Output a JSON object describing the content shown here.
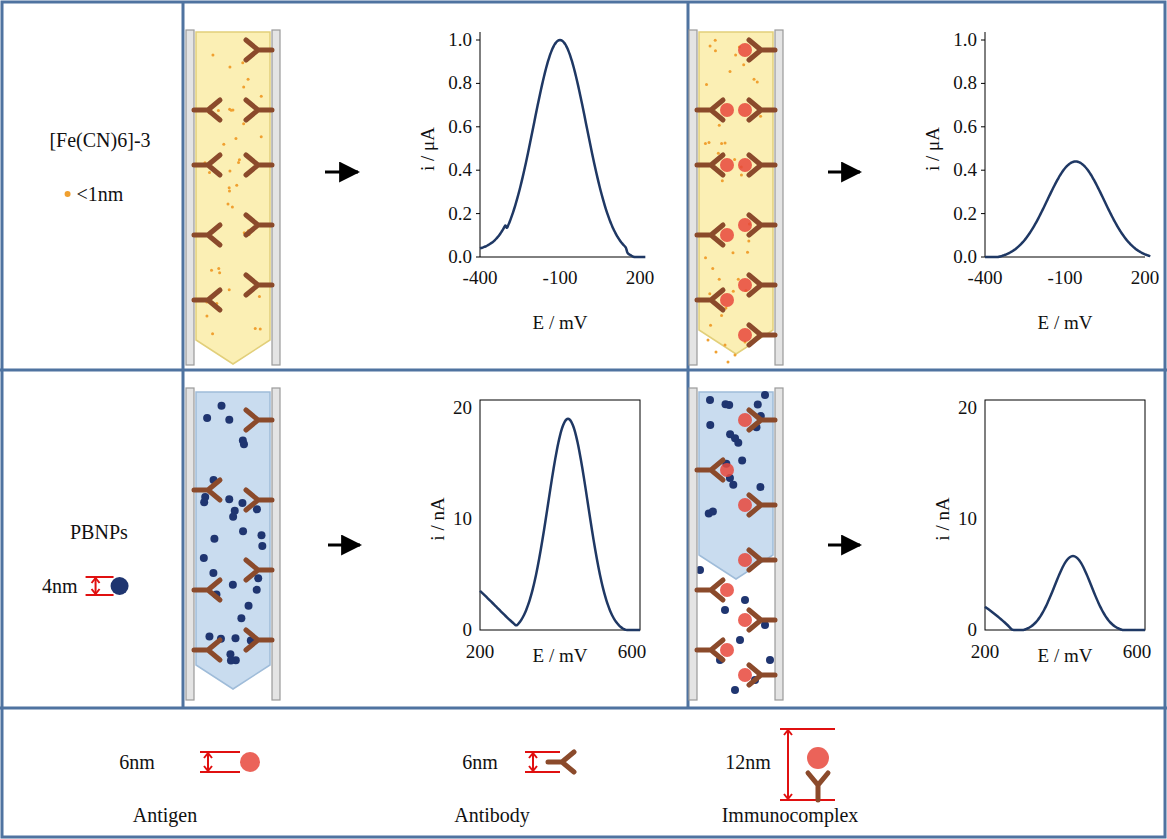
{
  "diagram": {
    "nodes": [
      {
        "text": [
          "[Fe(CN)6]-3",
          "<1nm"
        ]
      },
      {
        "text": [
          "PBNPs",
          "4nm"
        ]
      }
    ],
    "labels": [
      "1.0",
      "0.8",
      "0.6",
      "0.4",
      "0.2",
      "0.0",
      "-400",
      "-100",
      "200",
      "i / μA",
      "E / mV",
      "1.0",
      "0.8",
      "0.6",
      "0.4",
      "0.2",
      "0.0",
      "-400",
      "-100",
      "200",
      "i / μA",
      "E / mV",
      "20",
      "10",
      "0",
      "200",
      "600",
      "i / nA",
      "E / mV",
      "20",
      "10",
      "0",
      "200",
      "600",
      "i / nA",
      "E / mV",
      "6nm",
      "Antigen",
      "6nm",
      "Antibody",
      "12nm",
      "Immunocomplex"
    ]
  }
}
